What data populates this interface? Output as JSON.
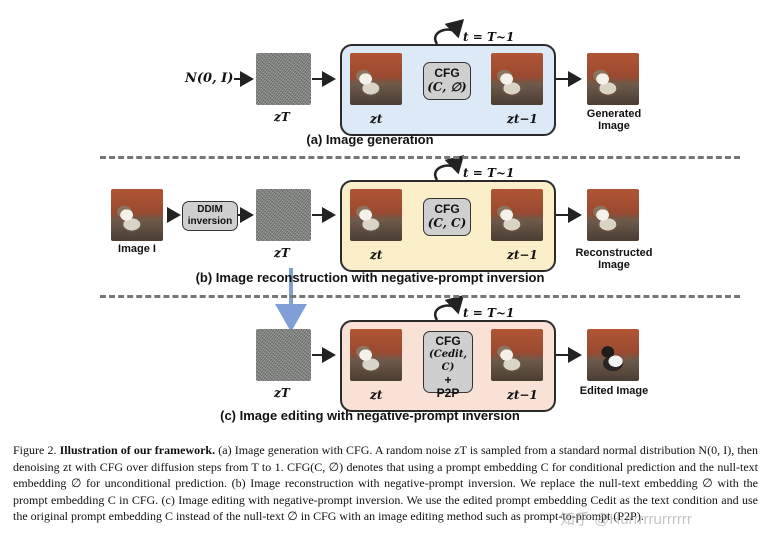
{
  "row_a": {
    "input_label": "N(0, I)",
    "zT": "zT",
    "time": "t = T~1",
    "zt": "zt",
    "cfg_title": "CFG",
    "cfg_args": "(C, ∅)",
    "zt1": "zt−1",
    "output_label": "Generated Image",
    "caption": "(a) Image generation"
  },
  "row_b": {
    "input_label": "Image I",
    "ddim_label": "DDIM inversion",
    "zT": "zT",
    "time": "t = T~1",
    "zt": "zt",
    "cfg_title": "CFG",
    "cfg_args": "(C, C)",
    "zt1": "zt−1",
    "output_label": "Reconstructed Image",
    "caption": "(b) Image reconstruction with negative-prompt inversion"
  },
  "row_c": {
    "zT": "zT",
    "time": "t = T~1",
    "zt": "zt",
    "cfg_title": "CFG",
    "cfg_args": "(Cedit, C)",
    "cfg_plus": "+",
    "cfg_extra": "P2P",
    "zt1": "zt−1",
    "output_label": "Edited Image",
    "caption": "(c) Image editing with negative-prompt inversion"
  },
  "figure_caption": {
    "label": "Figure 2.",
    "bold": "Illustration of our framework.",
    "text": " (a) Image generation with CFG. A random noise zT is sampled from a standard normal distribution N(0, I), then denoising zt with CFG over diffusion steps from T to 1. CFG(C, ∅) denotes that using a prompt embedding C for conditional prediction and the null-text embedding ∅ for unconditional prediction. (b) Image reconstruction with negative-prompt inversion. We replace the null-text embedding ∅ with the prompt embedding C in CFG. (c) Image editing with negative-prompt inversion. We use the edited prompt embedding Cedit as the text condition and use the original prompt embedding C instead of the null-text ∅ in CFG with an image editing method such as prompt-to-prompt (P2P)."
  },
  "watermark": "知乎 @Hurrrrrurrrrrr",
  "colors": {
    "panel_a": "#dce9f7",
    "panel_b": "#fbefc9",
    "panel_c": "#f9e1d6",
    "cfg_box": "#cfcfcf",
    "blue_arrow": "#7f9fd6"
  }
}
